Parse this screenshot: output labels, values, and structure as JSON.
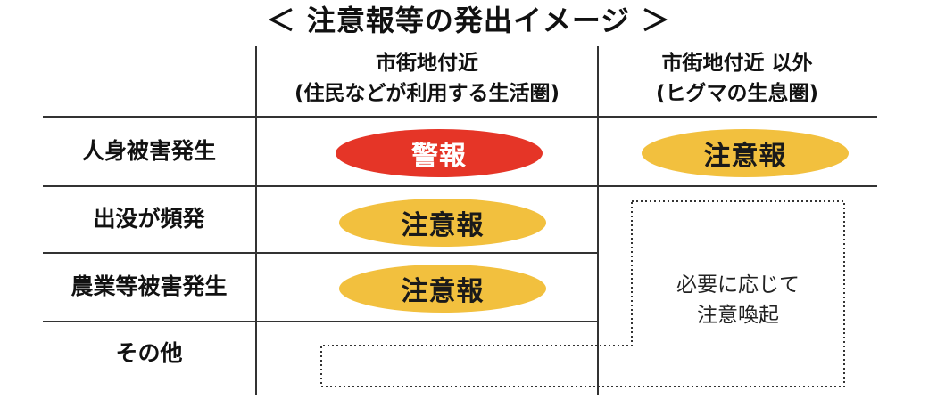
{
  "title": "＜ 注意報等の発出イメージ ＞",
  "columns": [
    {
      "line1": "市街地付近",
      "line2": "(住民などが利用する生活圏)"
    },
    {
      "line1": "市街地付近 以外",
      "line2": "(ヒグマの生息圏)"
    }
  ],
  "rows": [
    {
      "label": "人身被害発生"
    },
    {
      "label": "出没が頻発"
    },
    {
      "label": "農業等被害発生"
    },
    {
      "label": "その他"
    }
  ],
  "badges": {
    "warning": "警報",
    "advisory_r1": "注意報",
    "advisory_r2": "注意報",
    "advisory_r3": "注意報"
  },
  "note": {
    "line1": "必要に応じて",
    "line2": "注意喚起"
  },
  "colors": {
    "warning_fill": "#e53527",
    "warning_text": "#ffffff",
    "advisory_fill": "#f2c03e",
    "advisory_text": "#1a1a1a",
    "grid": "#333333"
  }
}
